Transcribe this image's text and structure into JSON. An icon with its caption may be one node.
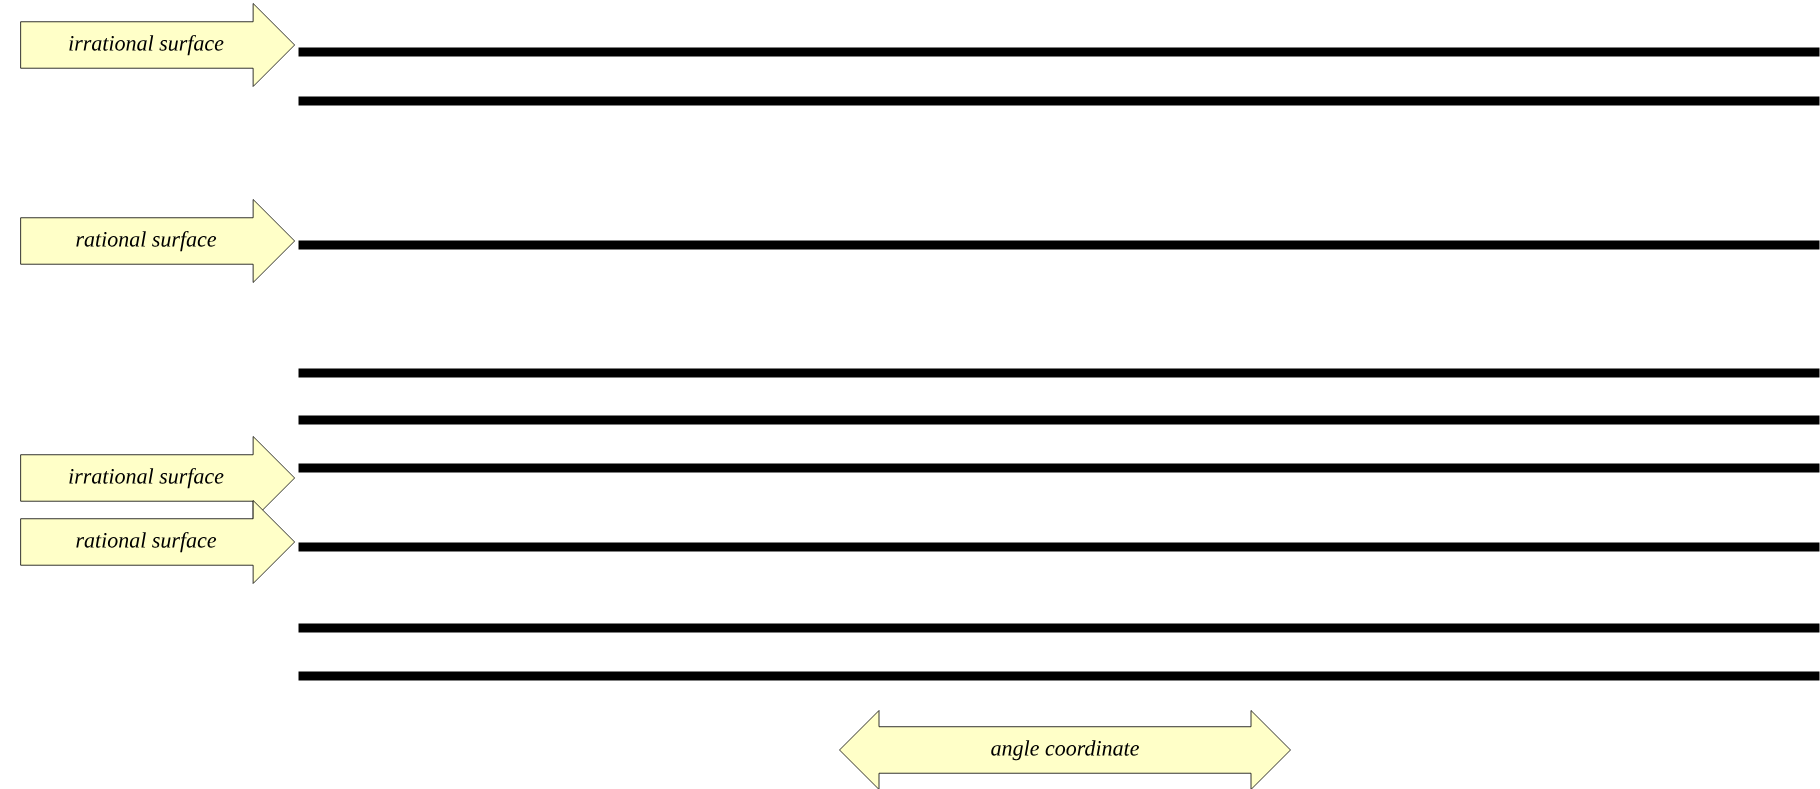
{
  "diagram": {
    "nodes": [
      {
        "text": [
          "irrational surface"
        ]
      },
      {
        "text": [],
        "shape": "bar"
      },
      {
        "text": [],
        "shape": "bar"
      },
      {
        "text": [
          "rational surface"
        ]
      },
      {
        "text": [],
        "shape": "bar"
      },
      {
        "text": [],
        "shape": "bar"
      },
      {
        "text": [],
        "shape": "bar"
      },
      {
        "text": [
          "irrational surface"
        ]
      },
      {
        "text": [],
        "shape": "bar"
      },
      {
        "text": [
          "rational surface"
        ]
      },
      {
        "text": [],
        "shape": "bar"
      },
      {
        "text": [],
        "shape": "bar"
      },
      {
        "text": [],
        "shape": "bar"
      },
      {
        "text": [
          "angle coordinate"
        ]
      }
    ]
  }
}
